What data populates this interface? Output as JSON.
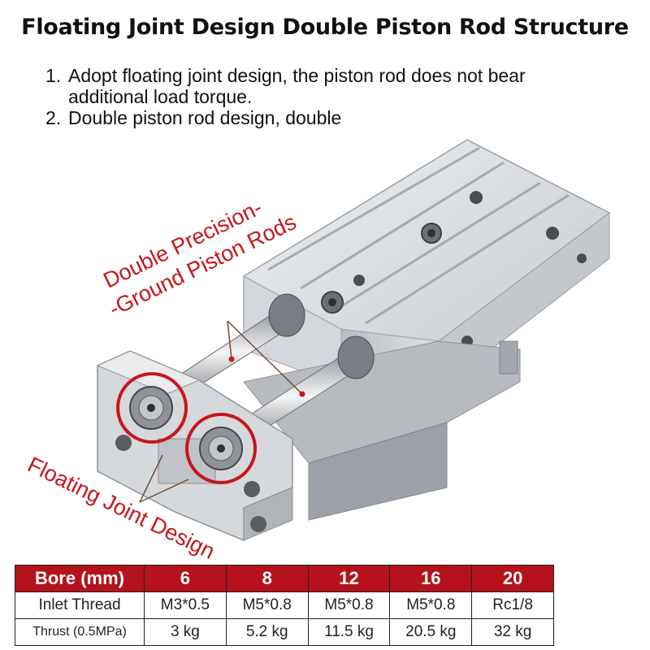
{
  "title": "Floating Joint Design Double Piston Rod Structure",
  "points": [
    {
      "num": "1.",
      "lines": [
        "Adopt floating joint design, the piston rod does not bear",
        "additional load torque."
      ]
    },
    {
      "num": "2.",
      "lines": [
        "Double piston rod design, double"
      ]
    }
  ],
  "callouts": {
    "rods_line1": "Double Precision-",
    "rods_line2": "-Ground Piston Rods",
    "joint": "Floating Joint Design"
  },
  "colors": {
    "accent": "#c7161d",
    "header_bg": "#b5121b",
    "metal": "#c9ccd0"
  },
  "table": {
    "header": [
      "Bore (mm)",
      "6",
      "8",
      "12",
      "16",
      "20"
    ],
    "rows": [
      {
        "label": "Inlet Thread",
        "values": [
          "M3*0.5",
          "M5*0.8",
          "M5*0.8",
          "M5*0.8",
          "Rc1/8"
        ]
      },
      {
        "label": "Thrust (0.5MPa)",
        "values": [
          "3 kg",
          "5.2 kg",
          "11.5 kg",
          "20.5 kg",
          "32 kg"
        ]
      }
    ]
  }
}
